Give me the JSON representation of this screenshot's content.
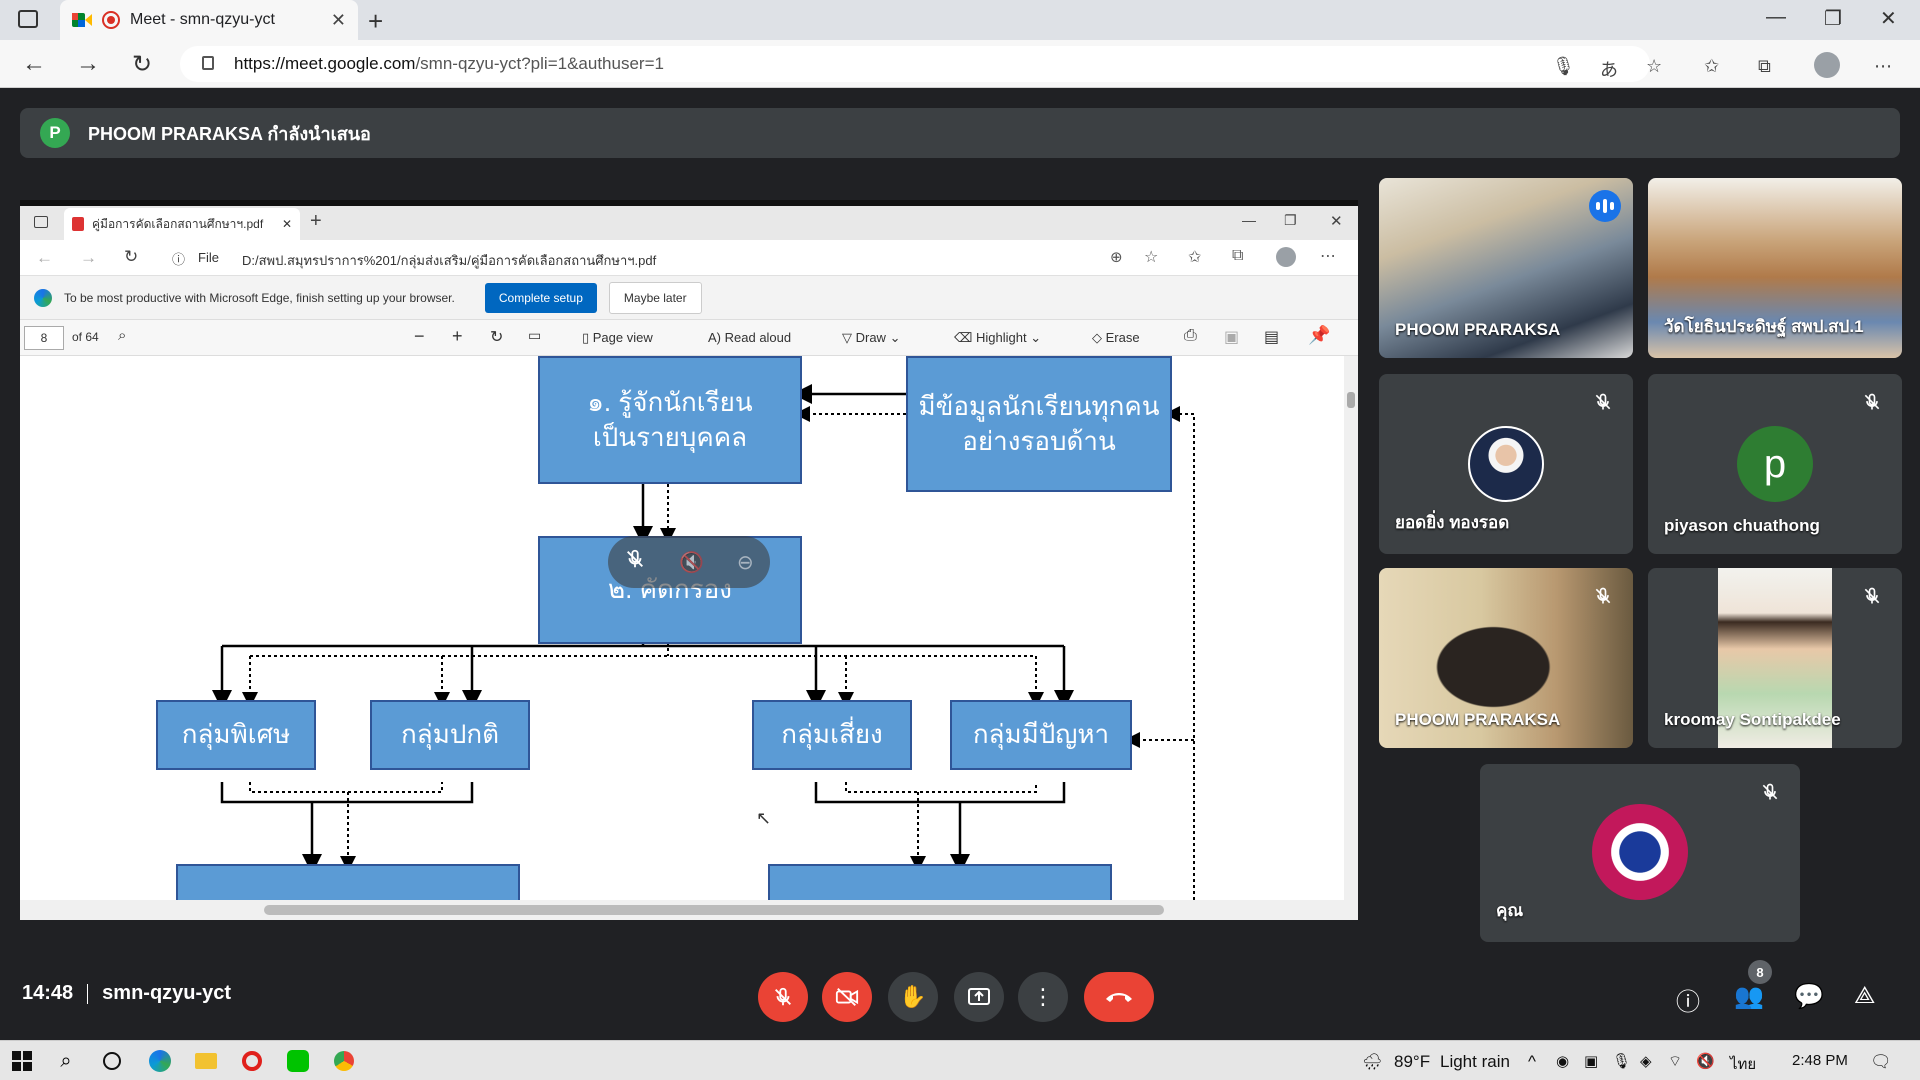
{
  "browser": {
    "tab_title": "Meet - smn-qzyu-yct",
    "url_host": "https://meet.google.com",
    "url_rest": "/smn-qzyu-yct?pli=1&authuser=1"
  },
  "banner": {
    "avatar_letter": "P",
    "text": "PHOOM PRARAKSA กำลังนำเสนอ"
  },
  "shared_screen": {
    "tab_title": "คู่มือการคัดเลือกสถานศึกษาฯ.pdf",
    "file_label": "File",
    "file_path": "D:/สพป.สมุทรปราการ%201/กลุ่มส่งเสริม/คู่มือการคัดเลือกสถานศึกษาฯ.pdf",
    "infobar_text": "To be most productive with Microsoft Edge, finish setting up your browser.",
    "complete_setup": "Complete setup",
    "maybe_later": "Maybe later",
    "page_number": "8",
    "page_total": "of 64",
    "page_view": "Page view",
    "read_aloud": "Read aloud",
    "draw": "Draw",
    "highlight": "Highlight",
    "erase": "Erase",
    "diagram": {
      "box1": "๑. รู้จักนักเรียน\nเป็นรายบุคคล",
      "box_info": "มีข้อมูลนักเรียนทุกคน\nอย่างรอบด้าน",
      "box2": "๒. คัดกรอง",
      "g_special": "กลุ่มพิเศษ",
      "g_normal": "กลุ่มปกติ",
      "g_risk": "กลุ่มเสี่ยง",
      "g_problem": "กลุ่มมีปัญหา"
    }
  },
  "participants": [
    {
      "name": "PHOOM PRARAKSA",
      "speaking": true
    },
    {
      "name": "วัดโยธินประดิษฐ์ สพป.สป.1"
    },
    {
      "name": "ยอดยิ่ง ทองรอด",
      "muted": true
    },
    {
      "name": "piyason chuathong",
      "muted": true,
      "avatar_letter": "p",
      "avatar_color": "#2e7d32"
    },
    {
      "name": "PHOOM PRARAKSA",
      "muted": true
    },
    {
      "name": "kroomay Sontipakdee",
      "muted": true
    },
    {
      "name": "คุณ",
      "muted": true
    }
  ],
  "bottom_bar": {
    "time": "14:48",
    "meeting_code": "smn-qzyu-yct",
    "people_count": "8"
  },
  "taskbar": {
    "weather_temp": "89°F",
    "weather_desc": "Light rain",
    "lang": "ไทย",
    "clock": "2:48 PM"
  },
  "colors": {
    "meet_bg": "#202124",
    "tile_bg": "#3c4043",
    "danger": "#ea4335",
    "diagram_fill": "#5b9bd5",
    "diagram_border": "#2f5597"
  }
}
